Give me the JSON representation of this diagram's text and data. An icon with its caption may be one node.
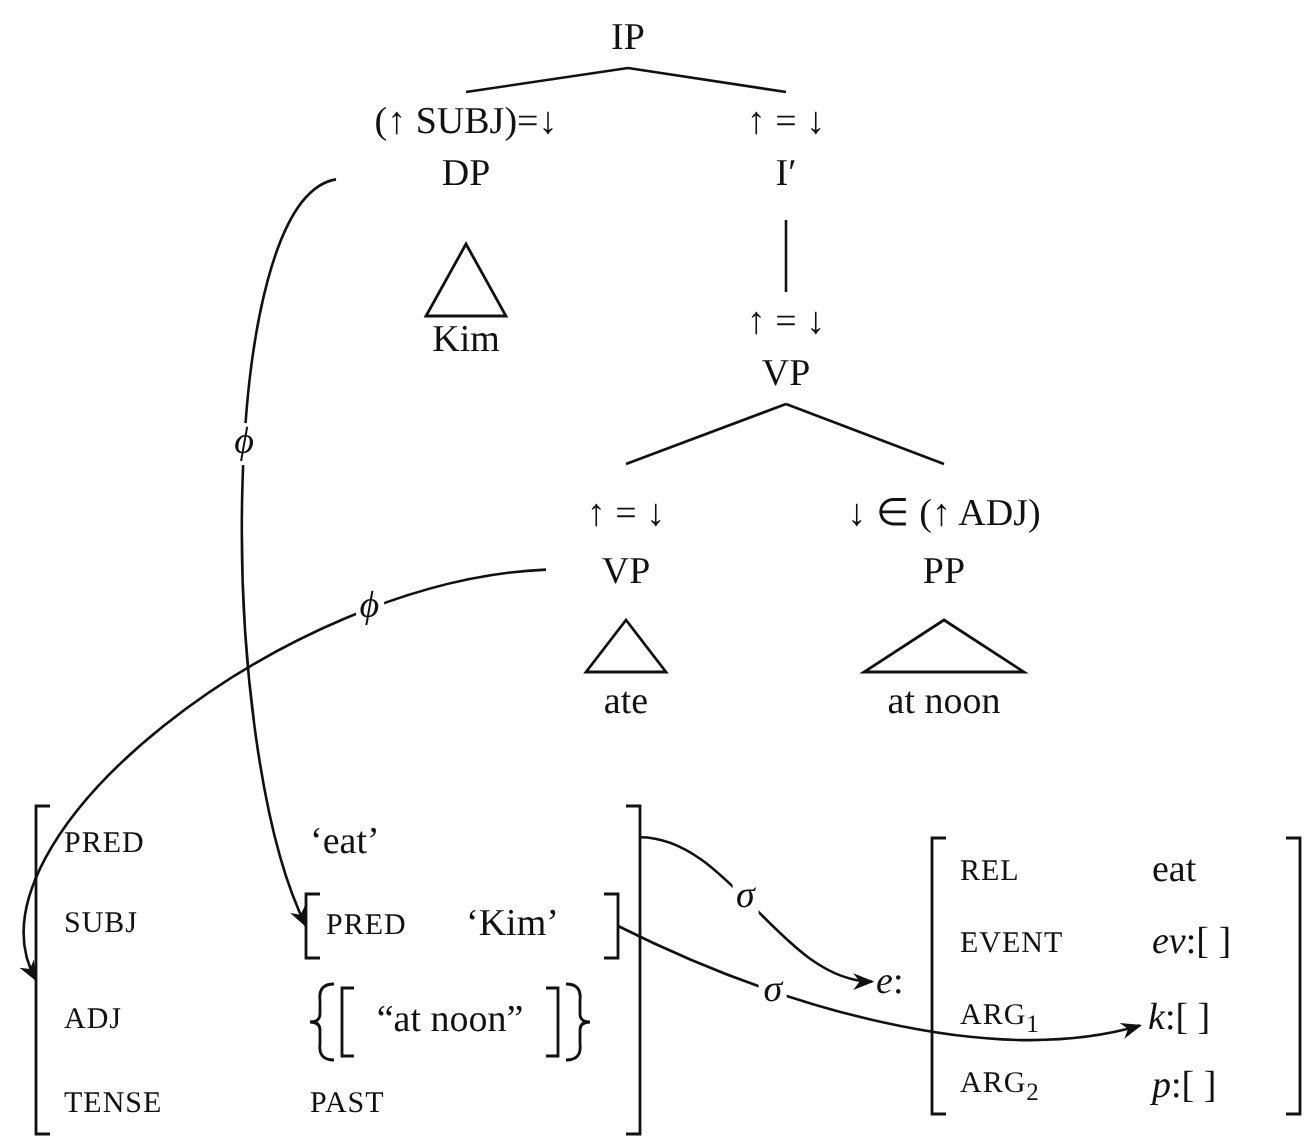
{
  "diagram": {
    "nodes": [
      {
        "text": [
          "IP"
        ]
      },
      {
        "text": [
          "(↑ SUBJ)=↓",
          "DP"
        ]
      },
      {
        "text": [
          "↑ = ↓",
          "I′"
        ]
      },
      {
        "text": [
          "Kim"
        ]
      },
      {
        "text": [
          "↑ = ↓",
          "VP"
        ]
      },
      {
        "text": [
          "↑ = ↓",
          "VP"
        ]
      },
      {
        "text": [
          "↓ ∈ (↑ ADJ)",
          "PP"
        ]
      },
      {
        "text": [
          "ate"
        ]
      },
      {
        "text": [
          "at noon"
        ]
      },
      {
        "text": [
          "PRED",
          "‘eat’",
          "SUBJ",
          "ADJ",
          "TENSE",
          "PAST"
        ]
      },
      {
        "text": [
          "PRED",
          "‘Kim’"
        ],
        "in": 9
      },
      {
        "text": [
          "“at noon”"
        ],
        "in": 9
      },
      {
        "text": [
          "*e*:",
          "REL",
          "eat",
          "EVENT",
          "*ev*:[   ]",
          "ARG$_{1}$",
          "ARG$_{2}$",
          "*p*:[   ]"
        ]
      },
      {
        "text": [
          "*k*:[   ]"
        ],
        "in": 12
      }
    ],
    "edges": [
      {
        "from": 0,
        "to": 1,
        "arrow": "none"
      },
      {
        "from": 0,
        "to": 2,
        "arrow": "none"
      },
      {
        "from": 2,
        "to": 4,
        "arrow": "none"
      },
      {
        "from": 4,
        "to": 5,
        "arrow": "none"
      },
      {
        "from": 4,
        "to": 6,
        "arrow": "none"
      },
      {
        "from": 1,
        "to": 10,
        "label": "ϕ",
        "arrow": "to"
      },
      {
        "from": 5,
        "to": 9,
        "label": "ϕ",
        "arrow": "to"
      },
      {
        "from": 9,
        "to": 12,
        "label": "σ",
        "arrow": "to"
      },
      {
        "from": 10,
        "to": 13,
        "label": "σ",
        "arrow": "to"
      }
    ]
  }
}
